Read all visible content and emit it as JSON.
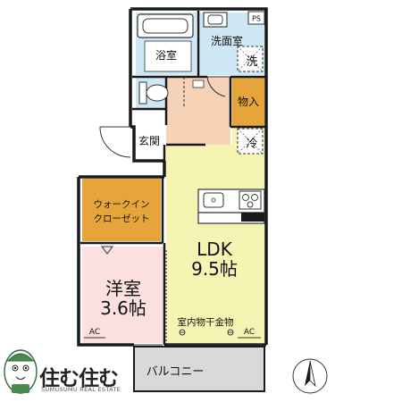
{
  "rooms": {
    "bath": "浴室",
    "washroom": "洗面室",
    "storage": "物入",
    "entrance": "玄関",
    "walk_in_closet_line1": "ウォークイン",
    "walk_in_closet_line2": "クローゼット",
    "ldk_name": "LDK",
    "ldk_size": "9.5帖",
    "western_room_name": "洋室",
    "western_room_size": "3.6帖",
    "balcony": "バルコニー"
  },
  "fixtures": {
    "washer_mark": "洗",
    "fridge_mark": "冷",
    "pipe_space": "PS",
    "indoor_drying_rack": "室内物干金物",
    "ac_ldk": "AC",
    "ac_western": "AC"
  },
  "brand": {
    "name": "住む住む",
    "sub": "SUMUSUMU REAL ESTATE"
  },
  "colors": {
    "bath_blue": "#cfe8f5",
    "hall_peach": "#f6d2b6",
    "storage_orange": "#e5a53a",
    "ldk_yellow": "#f6f4b3",
    "room_pink": "#fbe0df",
    "balcony_gray": "#d9d9d9"
  },
  "icons": [
    "north-arrow-icon",
    "mascot-icon",
    "toilet-icon",
    "bathtub-icon",
    "sink-icon",
    "stove-icon"
  ]
}
